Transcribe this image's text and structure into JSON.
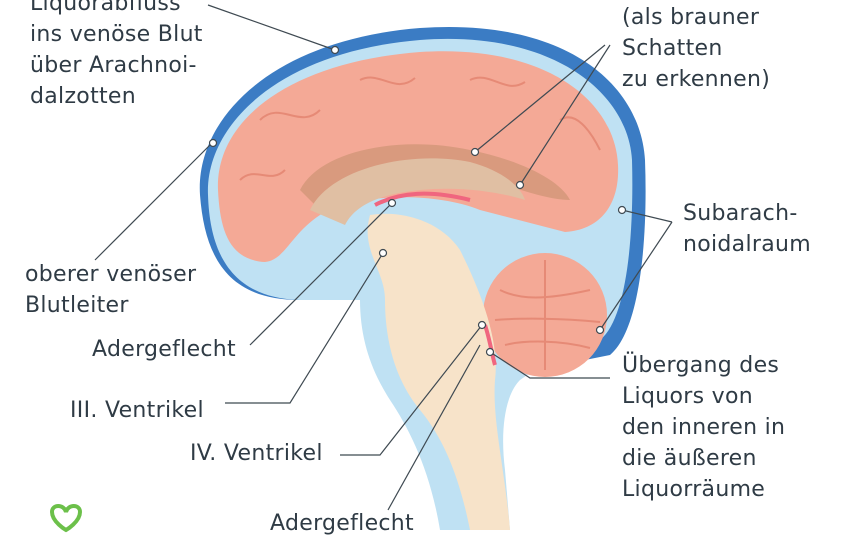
{
  "labels": {
    "liquorabfluss": "Liquorabfluss\nins venöse Blut\nüber Arachnoi-\ndalzotten",
    "schatten": "(als brauner\nSchatten\nzu erkennen)",
    "subarachnoidalraum": "Subarach-\nnoidalraum",
    "blutleiter": "oberer venöser\nBlutleiter",
    "adergeflecht_top": "Adergeflecht",
    "ventrikel3": "III. Ventrikel",
    "ventrikel4": "IV. Ventrikel",
    "uebergang": "Übergang des\nLiquors von\nden inneren in\ndie äußeren\nLiquorräume",
    "adergeflecht_bottom": "Adergeflecht"
  },
  "colors": {
    "sinus": "#3b7cc4",
    "liquor": "#bfe1f3",
    "cortex": "#f4a996",
    "ventricle": "#e0bfa3",
    "brainstem": "#f7e3c9",
    "choroid": "#f0667f",
    "line": "#3f4a52",
    "logo": "#6cc04a"
  },
  "icons": {
    "logo": "heart-cross-logo-icon"
  }
}
